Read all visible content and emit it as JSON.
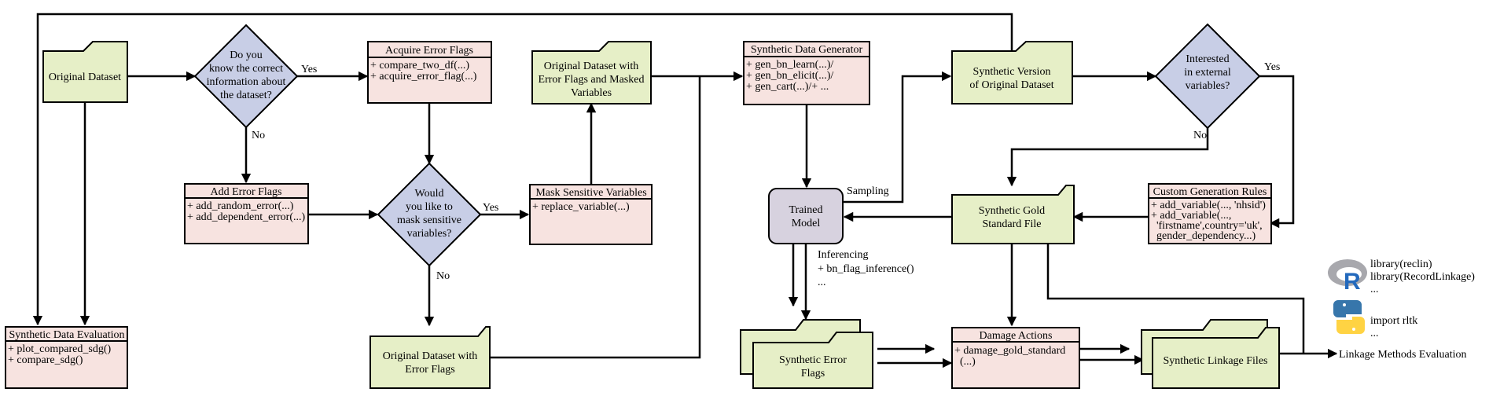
{
  "nodes": {
    "original_dataset": "Original Dataset",
    "decision_know_info": [
      "Do you",
      "know the correct",
      "information about",
      "the dataset?"
    ],
    "acquire_error_flags": {
      "title": "Acquire Error Flags",
      "methods": [
        "+ compare_two_df(...)",
        "+ acquire_error_flag(...)"
      ]
    },
    "add_error_flags": {
      "title": "Add Error Flags",
      "methods": [
        "+ add_random_error(...)",
        "+ add_dependent_error(...)"
      ]
    },
    "decision_mask": [
      "Would",
      "you like to",
      "mask sensitive",
      "variables?"
    ],
    "masked_dataset": [
      "Original Dataset with",
      "Error Flags and Masked",
      "Variables"
    ],
    "mask_sensitive_variables": {
      "title": "Mask Sensitive Variables",
      "methods": [
        "+ replace_variable(...)"
      ]
    },
    "dataset_with_flags": [
      "Original Dataset with",
      "Error Flags"
    ],
    "synthetic_data_generator": {
      "title": "Synthetic Data Generator",
      "methods": [
        "+ gen_bn_learn(...)/",
        "+ gen_bn_elicit(...)/",
        "+ gen_cart(...)/+ ..."
      ]
    },
    "trained_model": [
      "Trained",
      "Model"
    ],
    "synthetic_version": [
      "Synthetic Version",
      "of Original Dataset"
    ],
    "decision_external": [
      "Interested",
      "in external",
      "variables?"
    ],
    "custom_generation_rules": {
      "title": "Custom Generation Rules",
      "methods": [
        "+ add_variable(..., 'nhsid')",
        "+ add_variable(...,",
        "  'firstname',country='uk',",
        "  gender_dependency...)"
      ]
    },
    "synthetic_gold_standard": [
      "Synthetic Gold",
      "Standard File"
    ],
    "synthetic_error_flags": [
      "Synthetic Error",
      "Flags"
    ],
    "damage_actions": {
      "title": "Damage Actions",
      "methods": [
        "+ damage_gold_standard",
        "  (...)"
      ]
    },
    "synthetic_linkage_files": "Synthetic Linkage Files",
    "synthetic_data_evaluation": {
      "title": "Synthetic Data Evaluation",
      "methods": [
        "+ plot_compared_sdg()",
        "+ compare_sdg()"
      ]
    },
    "linkage_evaluation": "Linkage Methods Evaluation"
  },
  "edge_labels": {
    "yes_know": "Yes",
    "no_know": "No",
    "yes_mask": "Yes",
    "no_mask": "No",
    "yes_external": "Yes",
    "no_external": "No",
    "sampling": "Sampling",
    "inferencing": [
      "Inferencing",
      "+ bn_flag_inference()",
      "..."
    ]
  },
  "libraries": {
    "r_lines": [
      "library(reclin)",
      "library(RecordLinkage)",
      "..."
    ],
    "python_lines": [
      "import rltk",
      "..."
    ]
  },
  "icons": [
    "r-logo-icon",
    "python-logo-icon"
  ],
  "colors": {
    "data_green": "#e6efc7",
    "class_pink": "#f7e3e0",
    "decision_blue": "#c8cee6",
    "model_grey": "#d7d2df"
  }
}
